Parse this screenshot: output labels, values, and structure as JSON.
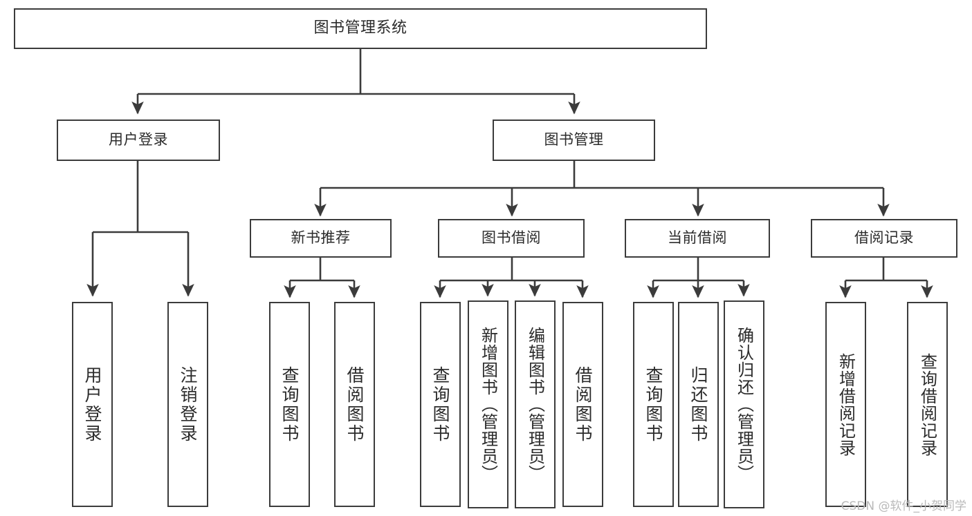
{
  "diagram": {
    "title": "图书管理系统",
    "type": "tree",
    "stroke_color": "#3b3b3b",
    "fill_color": "#ffffff",
    "text_color": "#2b2b2b",
    "watermark": "CSDN @软件_小贺同学"
  },
  "nodes": {
    "root": {
      "label": "图书管理系统"
    },
    "tier1": [
      {
        "label": "用户登录"
      },
      {
        "label": "图书管理"
      }
    ],
    "tier2": [
      {
        "label": "新书推荐"
      },
      {
        "label": "图书借阅"
      },
      {
        "label": "当前借阅"
      },
      {
        "label": "借阅记录"
      }
    ],
    "leaves_user_login": [
      {
        "label": "用户登录"
      },
      {
        "label": "注销登录"
      }
    ],
    "leaves_new_book": [
      {
        "label": "查询图书"
      },
      {
        "label": "借阅图书"
      }
    ],
    "leaves_borrow": [
      {
        "label": "查询图书"
      },
      {
        "label": "新增图书（管理员）"
      },
      {
        "label": "编辑图书（管理员）"
      },
      {
        "label": "借阅图书"
      }
    ],
    "leaves_current": [
      {
        "label": "查询图书"
      },
      {
        "label": "归还图书"
      },
      {
        "label": "确认归还（管理员）"
      }
    ],
    "leaves_records": [
      {
        "label": "新增借阅记录"
      },
      {
        "label": "查询借阅记录"
      }
    ]
  }
}
